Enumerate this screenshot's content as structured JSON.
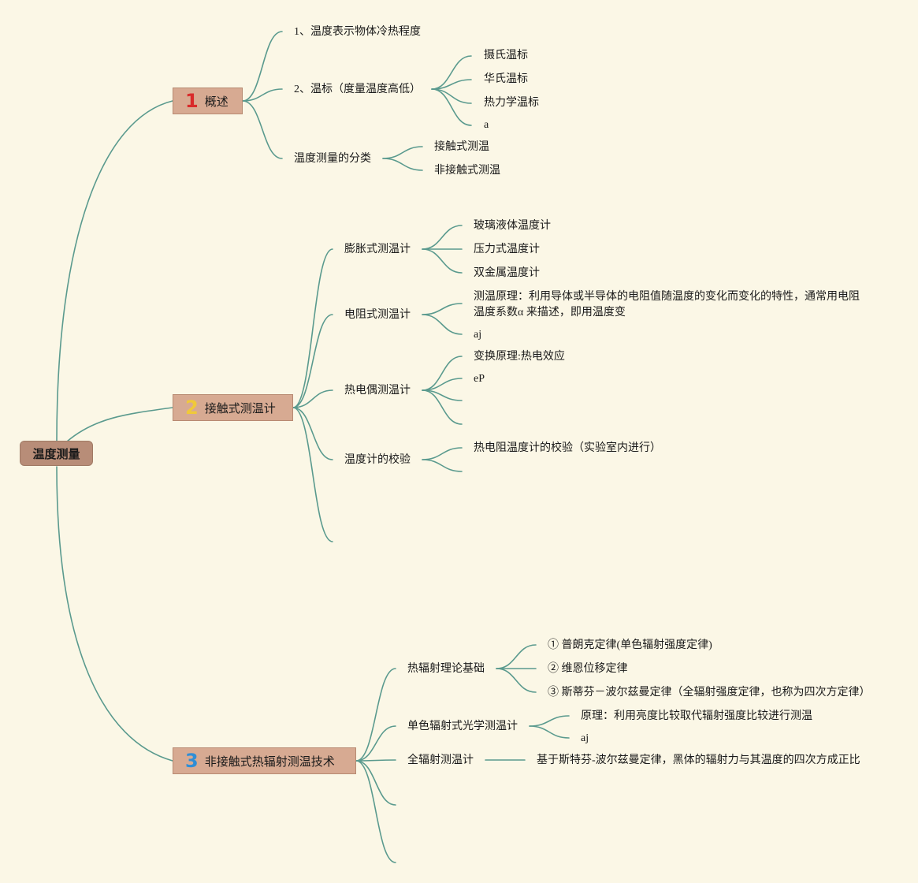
{
  "root": "温度测量",
  "colors": {
    "background": "#fbf7e6",
    "line": "#5a9a8e",
    "root": "#b88d78",
    "branch": "#d7aa92",
    "num1": "#d92b2b",
    "num2": "#f0c93a",
    "num3": "#2f8ed6"
  },
  "branches": [
    {
      "num": "1",
      "label": "概述",
      "children": [
        {
          "label": "1、温度表示物体冷热程度"
        },
        {
          "label": "2、温标（度量温度高低）",
          "children": [
            "摄氏温标",
            "华氏温标",
            "热力学温标",
            "a"
          ]
        },
        {
          "label": "温度测量的分类",
          "children": [
            "接触式测温",
            "非接触式测温"
          ]
        }
      ]
    },
    {
      "num": "2",
      "label": "接触式测温计",
      "children": [
        {
          "label": "膨胀式测温计",
          "children": [
            "玻璃液体温度计",
            "压力式温度计",
            "双金属温度计"
          ]
        },
        {
          "label": "电阻式测温计",
          "children": [
            "测温原理：利用导体或半导体的电阻值随温度的变化而变化的特性，通常用电阻温度系数α 来描述，即用温度变",
            "aj"
          ]
        },
        {
          "label": "热电偶测温计",
          "children": [
            "变换原理:热电效应",
            "eP",
            "",
            ""
          ]
        },
        {
          "label": "温度计的校验",
          "children": [
            "热电阻温度计的校验（实验室内进行）",
            ""
          ]
        },
        {
          "label": ""
        }
      ]
    },
    {
      "num": "3",
      "label": "非接触式热辐射测温技术",
      "children": [
        {
          "label": "热辐射理论基础",
          "children": [
            "① 普朗克定律(单色辐射强度定律)",
            "② 维恩位移定律",
            "③ 斯蒂芬－波尔兹曼定律（全辐射强度定律，也称为四次方定律）"
          ]
        },
        {
          "label": "单色辐射式光学测温计",
          "children": [
            "原理：利用亮度比较取代辐射强度比较进行测温",
            "aj"
          ]
        },
        {
          "label": "全辐射测温计",
          "children": [
            "基于斯特芬-波尔兹曼定律，黑体的辐射力与其温度的四次方成正比"
          ]
        },
        {
          "label": ""
        },
        {
          "label": ""
        }
      ]
    }
  ]
}
